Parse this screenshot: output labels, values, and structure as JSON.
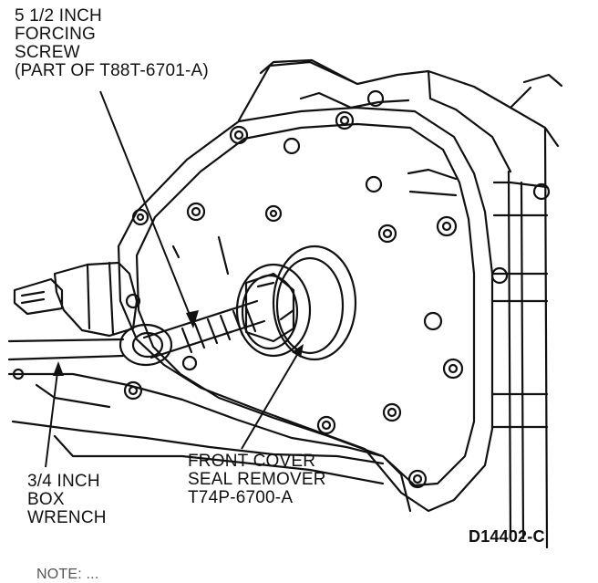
{
  "callouts": {
    "forcing_screw": [
      "5 1/2 INCH",
      "FORCING",
      "SCREW",
      "(PART OF T88T-6701-A)"
    ],
    "box_wrench": [
      "3/4 INCH",
      "BOX",
      "WRENCH"
    ],
    "seal_remover": [
      "FRONT COVER",
      "SEAL REMOVER",
      "T74P-6700-A"
    ]
  },
  "figure_code": "D14402-C",
  "bottom_caption_fragment": "NOTE: ..."
}
